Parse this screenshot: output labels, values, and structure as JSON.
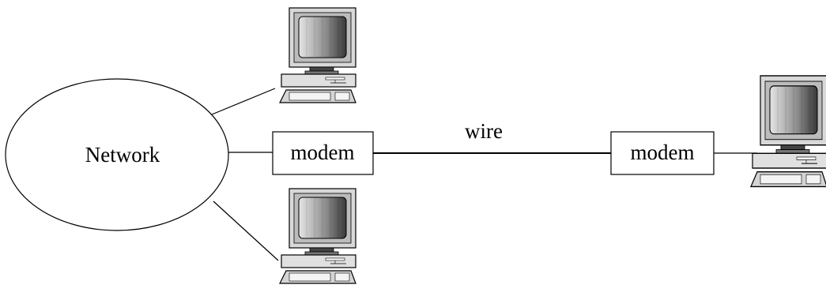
{
  "diagram": {
    "network_label": "Network",
    "left_modem_label": "modem",
    "right_modem_label": "modem",
    "link_label": "wire"
  },
  "icons": {
    "computer": "desktop-computer-icon"
  }
}
